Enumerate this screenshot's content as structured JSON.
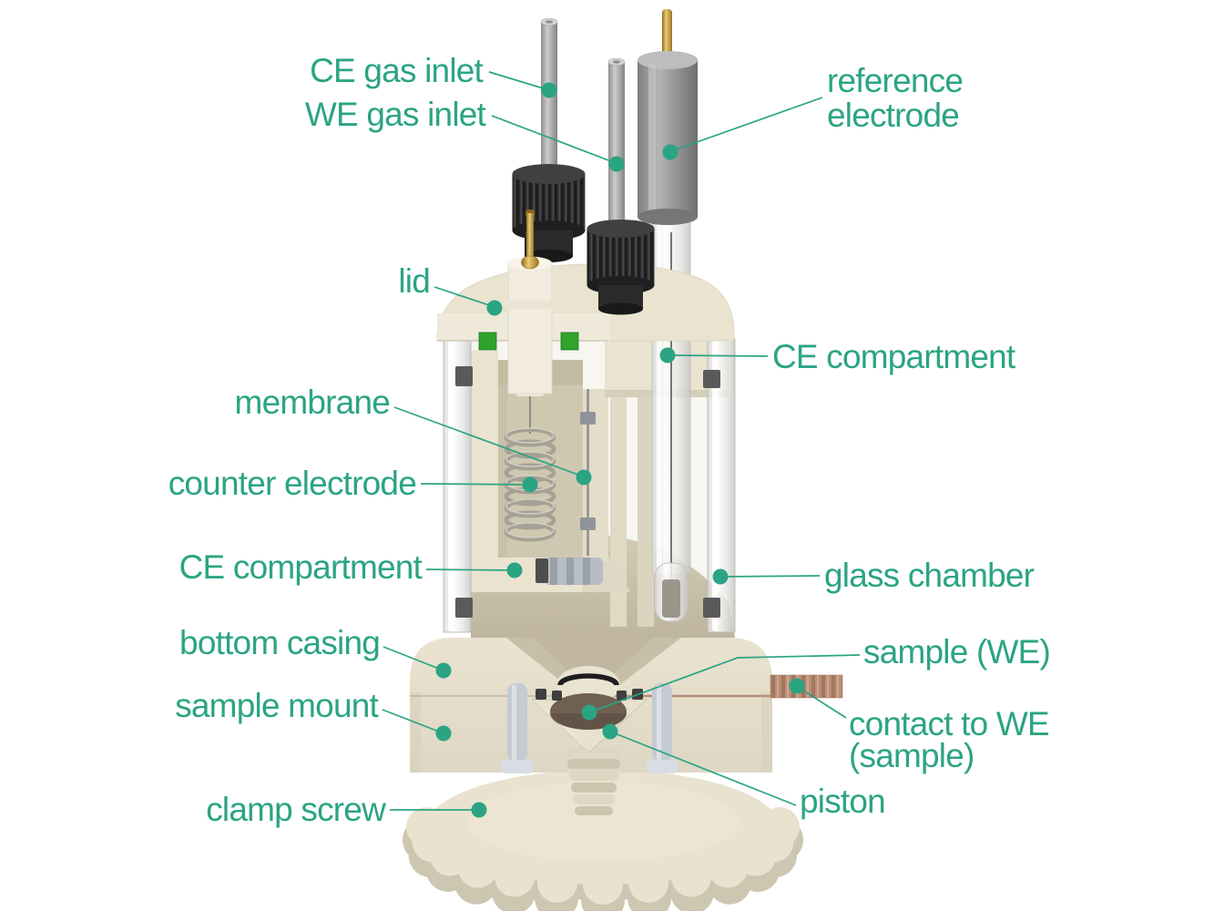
{
  "figure": {
    "kind": "annotated cutaway diagram of an electrochemical cell",
    "background": "#ffffff"
  },
  "palette": {
    "label_color": "#2ba483",
    "body_beige": "#e8e2cf",
    "body_beige_dark": "#cfc8b1",
    "cap_black": "#2d2d2d",
    "metal_gray": "#9c9c9c",
    "gold": "#c9a44a",
    "copper": "#b98e79",
    "oring_green": "#2fa32c",
    "sample_brown": "#6f6052",
    "pin_gray": "#c5cbd3"
  },
  "labels": {
    "ce_gas_inlet": "CE gas inlet",
    "we_gas_inlet": "WE gas inlet",
    "reference_electrode": {
      "line1": "reference",
      "line2": "electrode"
    },
    "lid": "lid",
    "ce_compartment_upper": "CE compartment",
    "membrane": "membrane",
    "counter_electrode": "counter electrode",
    "ce_compartment_lower": "CE compartment",
    "glass_chamber": "glass chamber",
    "bottom_casing": "bottom casing",
    "sample_we": "sample (WE)",
    "sample_mount": "sample mount",
    "contact_to_we": {
      "line1": "contact to WE",
      "line2": "(sample)"
    },
    "clamp_screw": "clamp screw",
    "piston": "piston"
  }
}
